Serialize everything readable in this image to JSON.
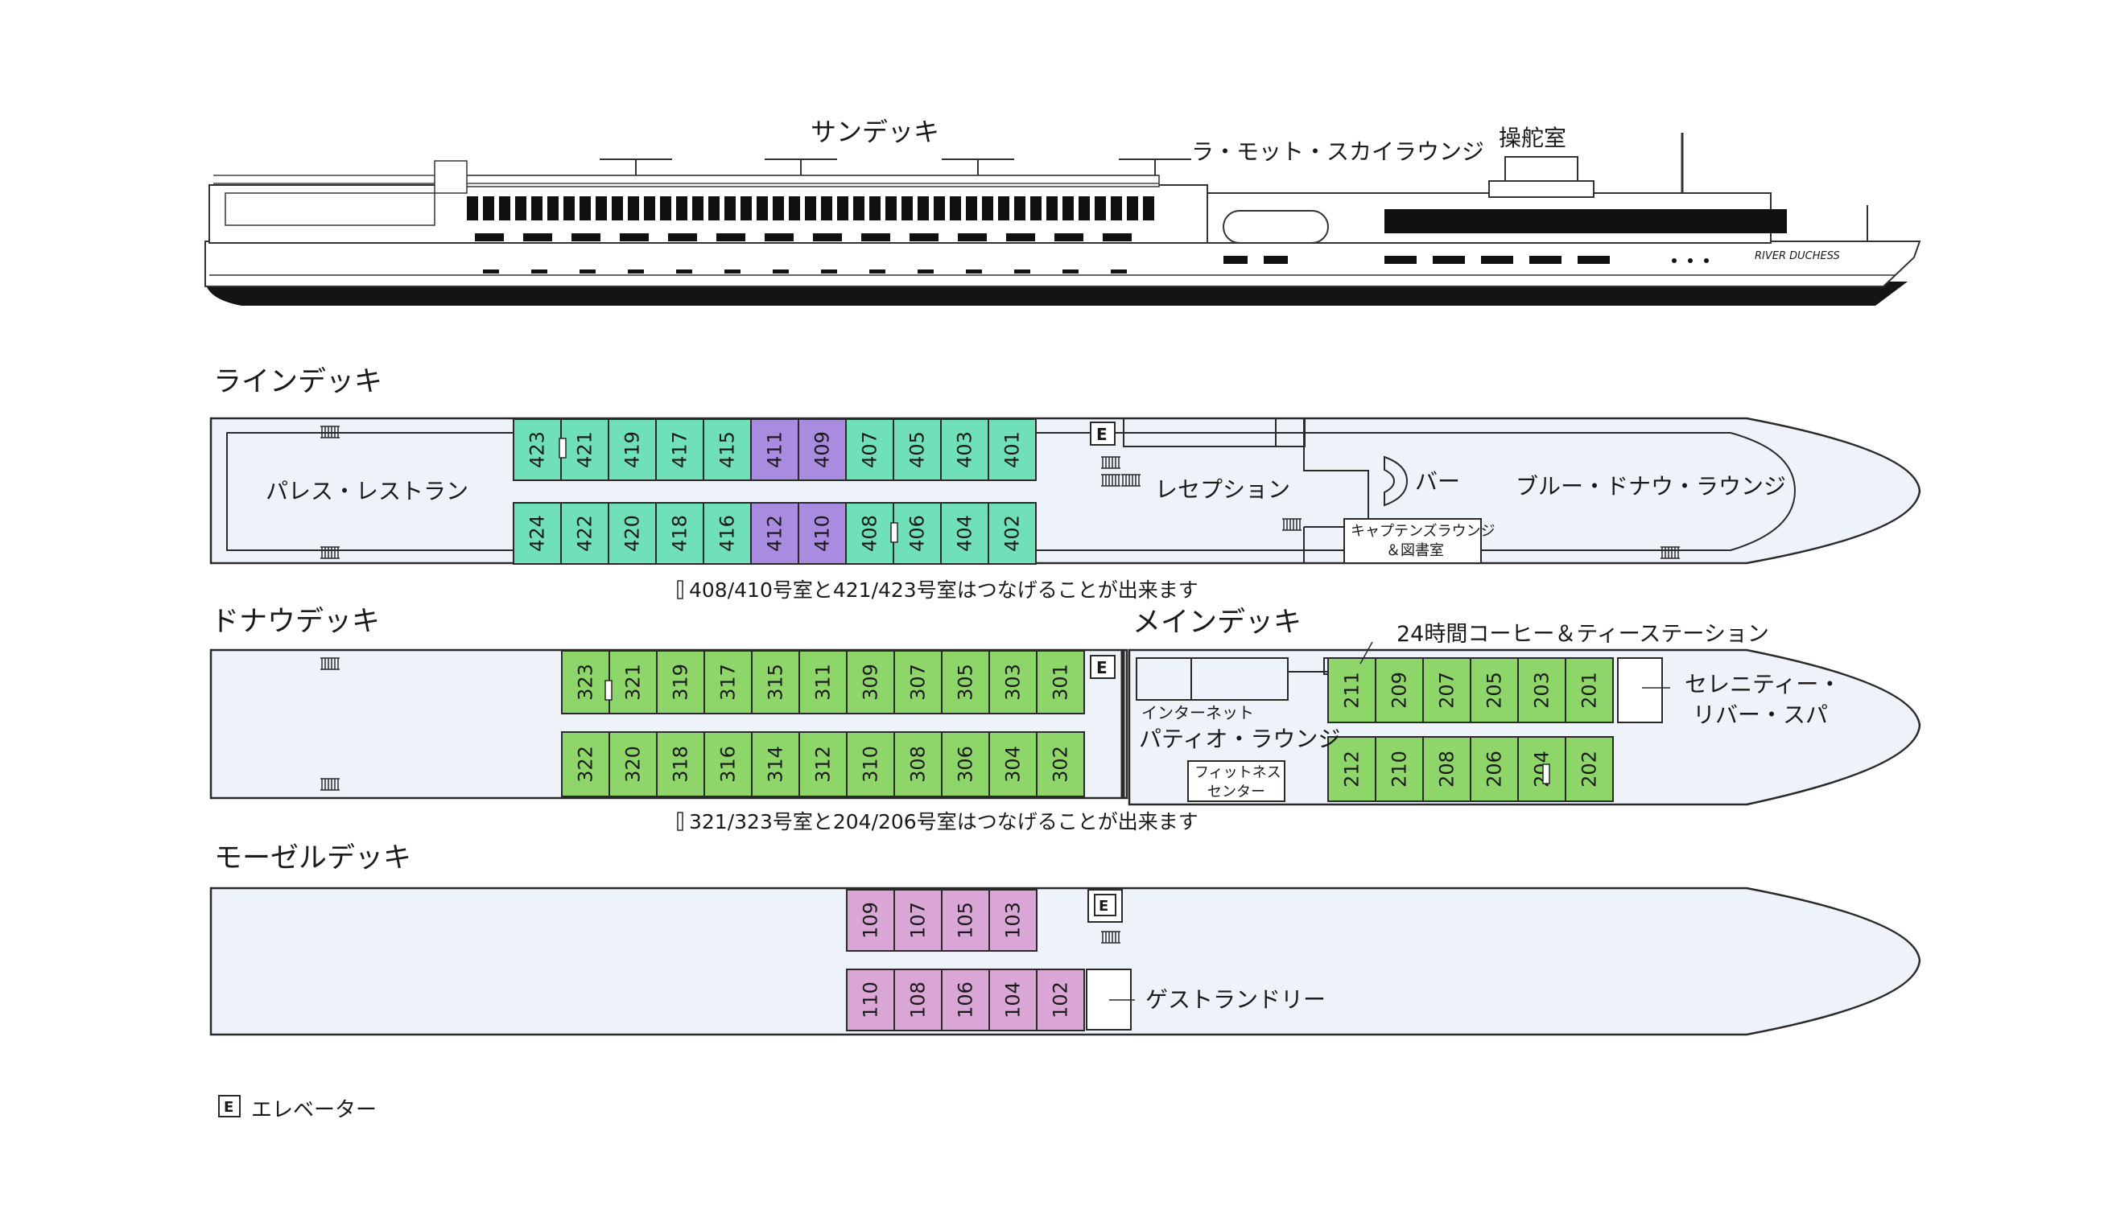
{
  "profile": {
    "sun_deck_label": "サンデッキ",
    "sky_lounge_label": "ラ・モット・スカイラウンジ",
    "wheelhouse_label": "操舵室",
    "ship_name": "RIVER DUCHESS"
  },
  "decks": {
    "rhine": {
      "title": "ラインデッキ",
      "restaurant": "パレス・レストラン",
      "reception": "レセプション",
      "bar": "バー",
      "lounge": "ブルー・ドナウ・ラウンジ",
      "captains_lounge_1": "キャプテンズラウンジ",
      "captains_lounge_2": "＆図書室",
      "cabins_top": [
        "423",
        "421",
        "419",
        "417",
        "415",
        "411",
        "409",
        "407",
        "405",
        "403",
        "401"
      ],
      "cabins_bottom": [
        "424",
        "422",
        "420",
        "418",
        "416",
        "412",
        "410",
        "408",
        "406",
        "404",
        "402"
      ],
      "note": "408/410号室と421/423号室はつなげることが出来ます"
    },
    "danube": {
      "title": "ドナウデッキ",
      "cabins_top": [
        "323",
        "321",
        "319",
        "317",
        "315",
        "311",
        "309",
        "307",
        "305",
        "303",
        "301"
      ],
      "cabins_bottom": [
        "322",
        "320",
        "318",
        "316",
        "314",
        "312",
        "310",
        "308",
        "306",
        "304",
        "302"
      ],
      "note": "321/323号室と204/206号室はつなげることが出来ます"
    },
    "main": {
      "title": "メインデッキ",
      "coffee_station": "24時間コーヒー＆ティーステーション",
      "internet": "インターネット",
      "patio_lounge": "パティオ・ラウンジ",
      "fitness_1": "フィットネス",
      "fitness_2": "センター",
      "spa_1": "セレニティー・",
      "spa_2": "リバー・スパ",
      "cabins_top": [
        "211",
        "209",
        "207",
        "205",
        "203",
        "201"
      ],
      "cabins_bottom": [
        "212",
        "210",
        "208",
        "206",
        "204",
        "202"
      ]
    },
    "moselle": {
      "title": "モーゼルデッキ",
      "cabins_top": [
        "109",
        "107",
        "105",
        "103"
      ],
      "cabins_bottom": [
        "110",
        "108",
        "106",
        "104",
        "102"
      ],
      "laundry": "ゲストランドリー"
    }
  },
  "legend": {
    "elevator_symbol": "E",
    "elevator_label": "エレベーター"
  },
  "colors": {
    "hull_fill": "#eef3fa",
    "cabin_teal": "#6fe0b8",
    "cabin_purple": "#a98be0",
    "cabin_green": "#8fd66a",
    "cabin_pink": "#d9a6d6",
    "outline": "#2a2a2a"
  }
}
